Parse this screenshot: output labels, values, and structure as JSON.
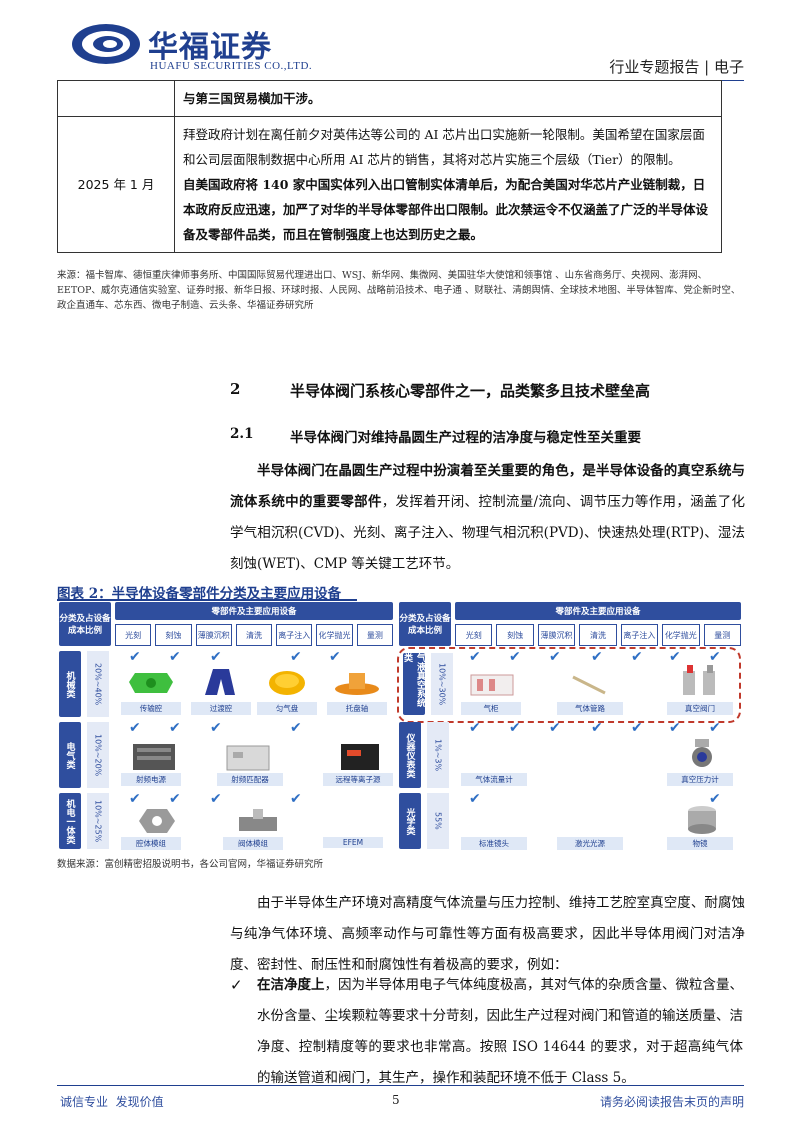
{
  "header": {
    "brand_cn": "华福证券",
    "brand_en": "HUAFU SECURITIES CO.,LTD.",
    "report_type": "行业专题报告 | 电子"
  },
  "table": {
    "row1_text": "与第三国贸易横加干涉。",
    "row2_date": "2025 年 1 月",
    "row2_text_a": "拜登政府计划在离任前夕对英伟达等公司的 AI 芯片出口实施新一轮限制。美国希望在国家层面和公司层面限制数据中心所用 AI 芯片的销售，其将对芯片实施三个层级（Tier）的限制。",
    "row2_text_b": "自美国政府将 140 家中国实体列入出口管制实体清单后，为配合美国对华芯片产业链制裁，日本政府反应迅速，加严了对华的半导体零部件出口限制。此次禁运令不仅涵盖了广泛的半导体设备及零部件品类，而且在管制强度上也达到历史之最。"
  },
  "table_source": "来源：福卡智库、德恒重庆律师事务所、中国国际贸易代理进出口、WSJ、新华网、集微网、美国驻华大使馆和领事馆 、山东省商务厅、央视网、澎湃网、EETOP、威尔克通信实验室、证券时报、新华日报、环球时报、人民网、战略前沿技术、电子通 、财联社、清朗舆情、全球技术地图、半导体智库、党企新时空、政企直通车、芯东西、微电子制造、云头条、华福证券研究所",
  "section2": {
    "num": "2",
    "title": "半导体阀门系核心零部件之一，品类繁多且技术壁垒高"
  },
  "section21": {
    "num": "2.1",
    "title": "半导体阀门对维持晶圆生产过程的洁净度与稳定性至关重要"
  },
  "para1_bold": "半导体阀门在晶圆生产过程中扮演着至关重要的角色，是半导体设备的真空系统与流体系统中的重要零部件",
  "para1_rest": "，发挥着开闭、控制流量/流向、调节压力等作用，涵盖了化学气相沉积(CVD)、光刻、离子注入、物理气相沉积(PVD)、快速热处理(RTP)、湿法刻蚀(WET)、CMP 等关键工艺环节。",
  "figure": {
    "title": "图表 2：半导体设备零部件分类及主要应用设备",
    "source": "数据来源：富创精密招股说明书，各公司官网，华福证券研究所",
    "left_header_cat": "分类及占设备成本比例",
    "left_header_main": "零部件及主要应用设备",
    "right_header_cat": "分类及占设备成本比例",
    "right_header_main": "零部件及主要应用设备",
    "equipment": [
      "光刻",
      "刻蚀",
      "薄膜沉积",
      "清洗",
      "离子注入",
      "化学抛光",
      "量测"
    ],
    "left_rows": [
      {
        "label": "机械类",
        "pct": "20%~40%",
        "items": [
          "传输腔",
          "过渡腔",
          "匀气盘",
          "托盘轴"
        ]
      },
      {
        "label": "电气类",
        "pct": "10%~20%",
        "items": [
          "射频电源",
          "射频匹配器",
          "远程等离子源"
        ]
      },
      {
        "label": "机电一体类",
        "pct": "10%~25%",
        "items": [
          "腔体模组",
          "阀体模组",
          "EFEM"
        ]
      }
    ],
    "right_rows": [
      {
        "label": "气液真空系统类",
        "pct": "10%~30%",
        "items": [
          "气柜",
          "气体管路",
          "真空阀门"
        ]
      },
      {
        "label": "仪器仪表类",
        "pct": "1%~3%",
        "items": [
          "气体流量计",
          "真空压力计"
        ]
      },
      {
        "label": "光学类",
        "pct": "55%",
        "items": [
          "标准镜头",
          "激光光源",
          "物镜"
        ]
      }
    ],
    "colors": {
      "accent": "#2f4e9e",
      "highlight": "#c0392b"
    }
  },
  "para2": "由于半导体生产环境对高精度气体流量与压力控制、维持工艺腔室真空度、耐腐蚀与纯净气体环境、高频率动作与可靠性等方面有极高要求，因此半导体用阀门对洁净度、密封性、耐压性和耐腐蚀性有着极高的要求，例如：",
  "bullet1_mark": "✓",
  "bullet1_bold": "在洁净度上",
  "bullet1_rest": "，因为半导体用电子气体纯度极高，其对气体的杂质含量、微粒含量、水份含量、尘埃颗粒等要求十分苛刻，因此生产过程对阀门和管道的输送质量、洁净度、控制精度等的要求也非常高。按照 ISO 14644 的要求，对于超高纯气体的输送管道和阀门，其生产，操作和装配环境不低于 Class 5。",
  "footer": {
    "left": "诚信专业  发现价值",
    "page": "5",
    "right": "请务必阅读报告末页的声明"
  }
}
